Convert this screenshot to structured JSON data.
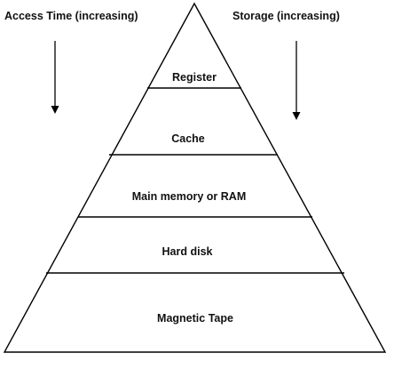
{
  "left_label": "Access Time (increasing)",
  "right_label": "Storage (increasing)",
  "levels": [
    {
      "label": "Register"
    },
    {
      "label": "Cache"
    },
    {
      "label": "Main memory or RAM"
    },
    {
      "label": "Hard disk"
    },
    {
      "label": "Magnetic Tape"
    }
  ],
  "colors": {
    "line": "#000000",
    "text": "#111111",
    "background": "#ffffff"
  }
}
